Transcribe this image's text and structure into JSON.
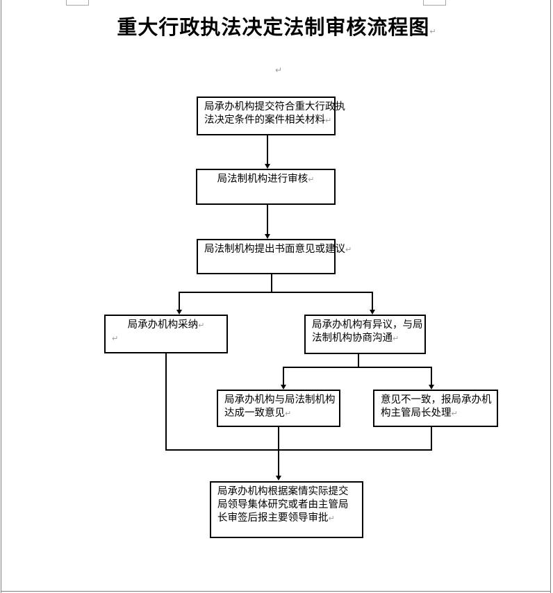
{
  "title": {
    "text": "重大行政执法决定法制审核流程图"
  },
  "marks": {
    "pilcrow": "↵"
  },
  "flowchart": {
    "nodes": {
      "submit": {
        "line1": "局承办机构提交符合重大行政执",
        "line2": "法决定条件的案件相关材料"
      },
      "review": {
        "line1": "局法制机构进行审核"
      },
      "opinion": {
        "line1": "局法制机构提出书面意见或建议"
      },
      "adopt": {
        "line1": "局承办机构采纳"
      },
      "objection": {
        "line1": "局承办机构有异议，与局",
        "line2": "法制机构协商沟通"
      },
      "agreement": {
        "line1": "局承办机构与局法制机构",
        "line2": "达成一致意见"
      },
      "disagreement": {
        "line1": "意见不一致，报局承办机",
        "line2": "构主管局长处理"
      },
      "final": {
        "line1": "局承办机构根据案情实际提交",
        "line2": "局领导集体研究或者由主管局",
        "line3": "长审签后报主要领导审批"
      }
    }
  },
  "colors": {
    "line": "#000000",
    "pilcrow_gray": "#9a9a9a",
    "page_edge_gray": "#7d7d7d"
  }
}
